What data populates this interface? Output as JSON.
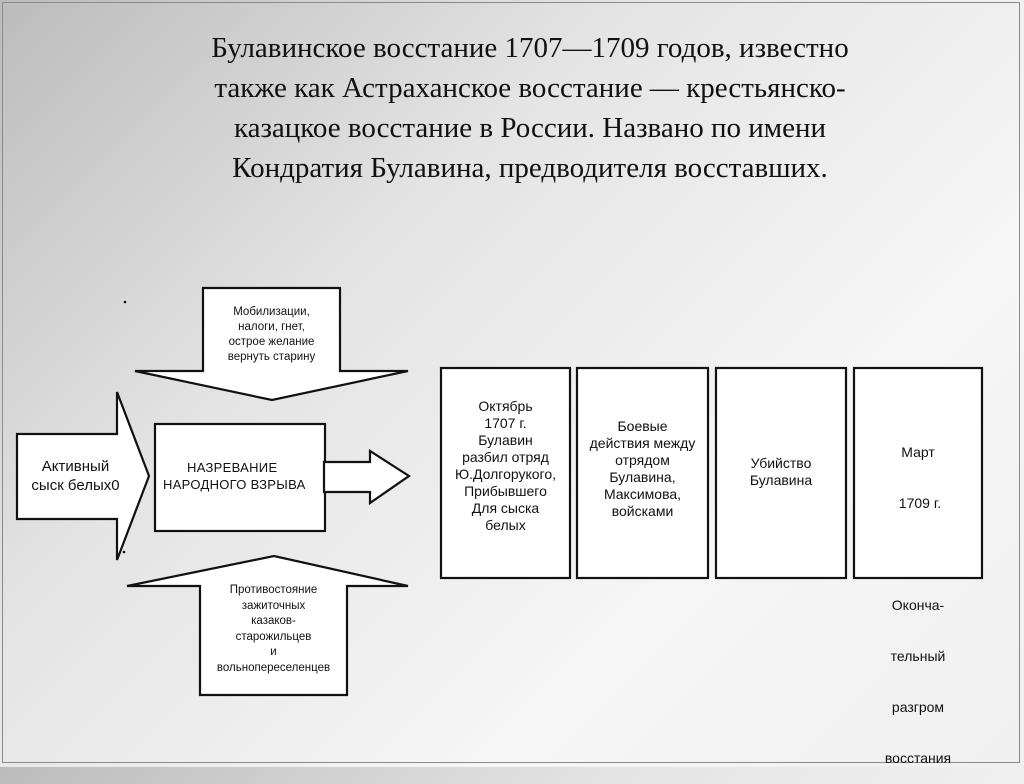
{
  "title_lines": [
    "Булавинское восстание 1707—1709 годов, известно",
    "также как Астраханское восстание — крестьянско-",
    "казацкое восстание в России. Названо по имени",
    "Кондратия Булавина, предводителя восставших."
  ],
  "causes": {
    "top": [
      "Мобилизации,",
      "налоги, гнет,",
      "острое желание",
      "вернуть старину"
    ],
    "left": [
      "Активный",
      "сыск белых0"
    ],
    "bottom": [
      "Противостояние",
      "зажиточных",
      "казаков-",
      "старожильцев",
      "и",
      "вольнопереселенцев"
    ]
  },
  "center": [
    "НАЗРЕВАНИЕ",
    "НАРОДНОГО ВЗРЫВА"
  ],
  "events": [
    [
      "Октябрь",
      "1707 г.",
      "Булавин",
      "разбил отряд",
      "Ю.Долгорукого,",
      "Прибывшего",
      "Для сыска",
      "белых"
    ],
    [
      "Боевые",
      "действия между",
      "отрядом",
      "Булавина,",
      "Максимова,",
      "войсками"
    ],
    [
      "Убийство",
      "Булавина"
    ],
    [
      "Март",
      " 1709 г.",
      "",
      "Оконча-",
      "тельный",
      "разгром",
      "восстания"
    ]
  ],
  "colors": {
    "stroke": "#111111",
    "fill": "#ffffff"
  }
}
